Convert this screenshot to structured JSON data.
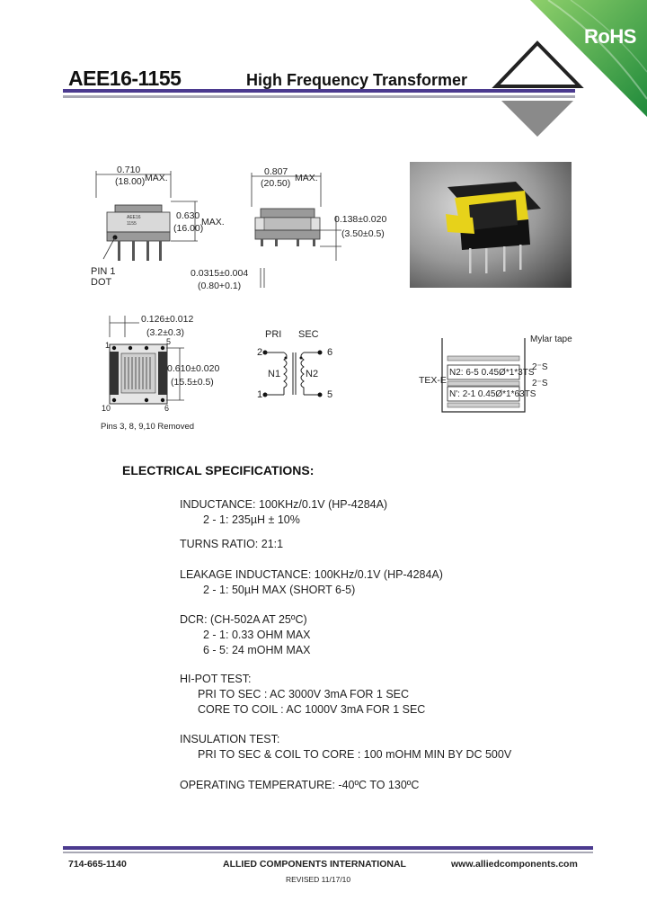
{
  "header": {
    "part_number": "AEE16-1155",
    "product_title": "High Frequency Transformer",
    "rohs_badge": "RoHS",
    "colors": {
      "rule_purple": "#4b3a8f",
      "rule_gray": "#a8a8b4",
      "logo_gray": "#888888",
      "rohs_green": "#3aa548"
    }
  },
  "drawing_top": {
    "side_width_in": "0.710",
    "side_width_mm": "(18.00)",
    "side_width_suffix": "MAX.",
    "side_height_in": "0.630",
    "side_height_mm": "(16.00)",
    "side_height_suffix": "MAX.",
    "pin1_label_line1": "PIN 1",
    "pin1_label_line2": "DOT",
    "body_marking_1": "AEE16",
    "body_marking_2": "1155",
    "front_width_in": "0.807",
    "front_width_mm": "(20.50)",
    "front_width_suffix": "MAX.",
    "standoff_in": "0.138±0.020",
    "standoff_mm": "(3.50±0.5)",
    "pin_dia_in": "0.0315±0.004",
    "pin_dia_mm": "(0.80+0.1)"
  },
  "drawing_bottom": {
    "pitch_in": "0.126±0.012",
    "pitch_mm": "(3.2±0.3)",
    "row_in": "0.610±0.020",
    "row_mm": "(15.5±0.5)",
    "pin_1": "1",
    "pin_5": "5",
    "pin_10": "10",
    "pin_6": "6",
    "pins_removed_note": "Pins 3, 8, 9,10 Removed"
  },
  "schematic": {
    "pri_label": "PRI",
    "sec_label": "SEC",
    "pin_2": "2",
    "pin_1": "1",
    "pin_6": "6",
    "pin_5": "5",
    "winding_n1": "N1",
    "winding_n2": "N2"
  },
  "winding_diagram": {
    "mylar_label": "Mylar tape",
    "tex_label": "TEX-E",
    "layer_n2": "N2: 6-5 0.45Ø*1*3TS",
    "layer_n1": "N': 2-1 0.45Ø*1*63TS",
    "tape_1": "2⁻S",
    "tape_2": "2⁻S"
  },
  "specs": {
    "heading": "ELECTRICAL SPECIFICATIONS:",
    "inductance_line": "INDUCTANCE: 100KHz/0.1V   (HP-4284A)",
    "inductance_value": "2 - 1: 235µH ± 10%",
    "turns_ratio": "TURNS RATIO: 21:1",
    "leakage_line": "LEAKAGE INDUCTANCE: 100KHz/0.1V  (HP-4284A)",
    "leakage_value": "2 - 1: 50µH MAX (SHORT 6-5)",
    "dcr_line": "DCR:  (CH-502A AT 25ºC)",
    "dcr_value_1": "2 - 1: 0.33 OHM MAX",
    "dcr_value_2": "6 - 5: 24 mOHM MAX",
    "hipot_heading": "HI-POT TEST:",
    "hipot_1": "PRI TO SEC : AC 3000V 3mA FOR 1 SEC",
    "hipot_2": "CORE TO COIL : AC 1000V 3mA FOR 1 SEC",
    "insulation_heading": "INSULATION TEST:",
    "insulation_1": "PRI TO SEC & COIL TO CORE : 100 mOHM MIN BY DC 500V",
    "operating_temp": "OPERATING TEMPERATURE: -40ºC TO  130ºC"
  },
  "footer": {
    "phone": "714-665-1140",
    "company": "ALLIED COMPONENTS INTERNATIONAL",
    "website": "www.alliedcomponents.com",
    "revised": "REVISED 11/17/10"
  }
}
